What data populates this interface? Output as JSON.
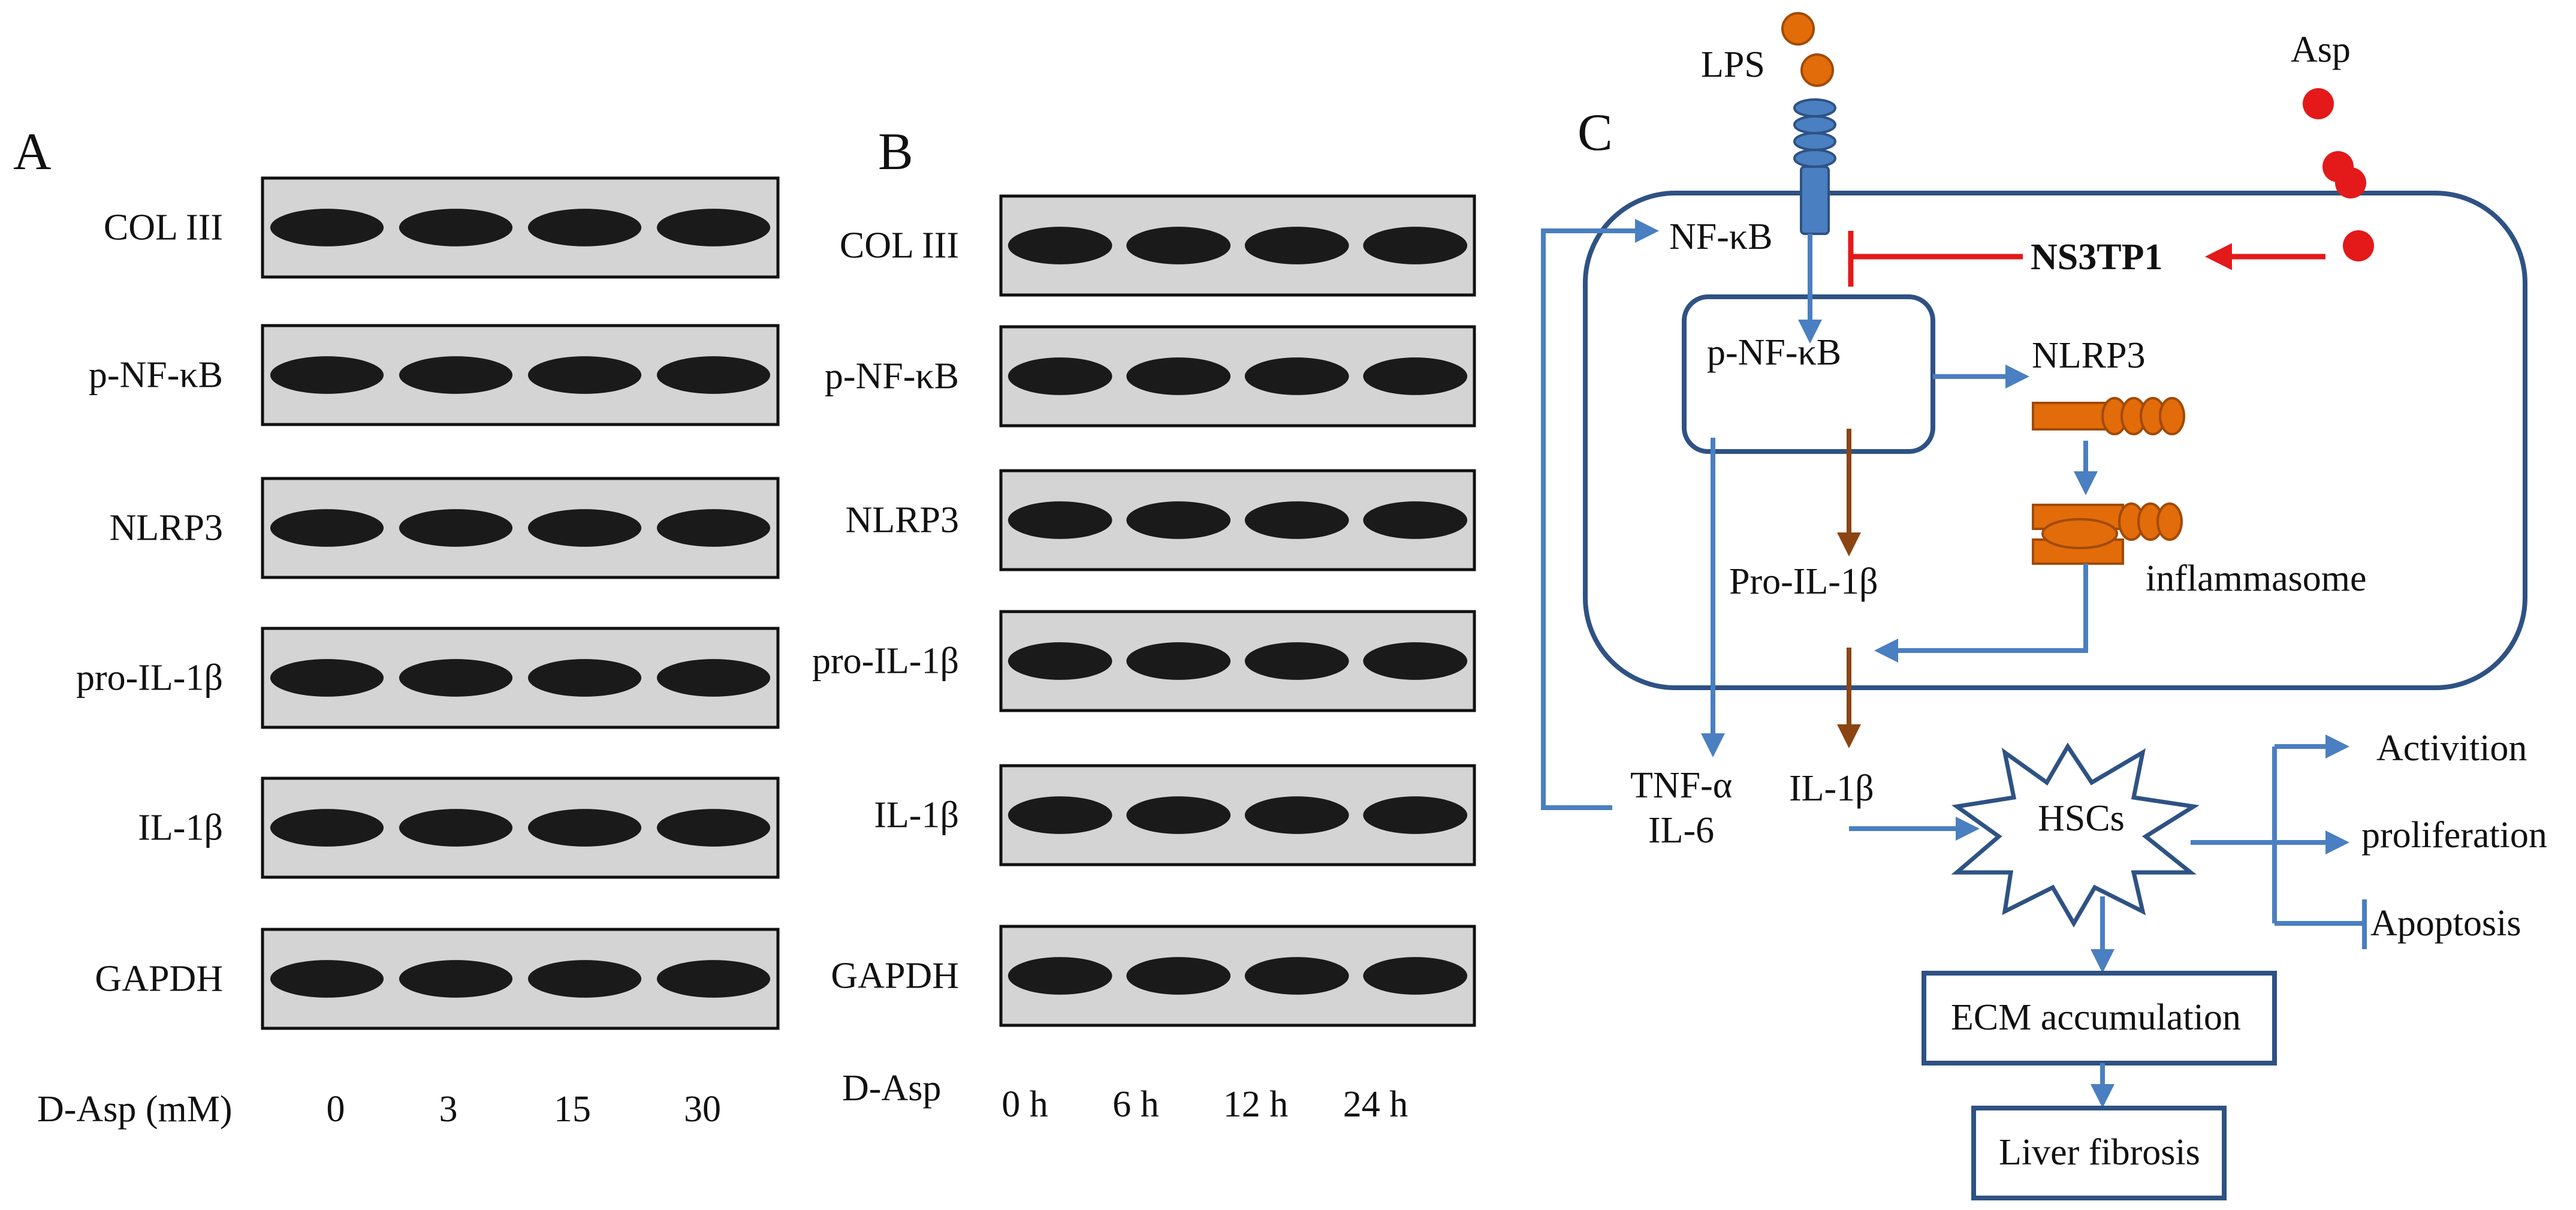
{
  "panels": {
    "a": "A",
    "b": "B",
    "c": "C"
  },
  "blot_a": {
    "rows": [
      "COL III",
      "p-NF-κB",
      "NLRP3",
      "pro-IL-1β",
      "IL-1β",
      "GAPDH"
    ],
    "axis_label": "D-Asp (mM)",
    "lanes": [
      "0",
      "3",
      "15",
      "30"
    ]
  },
  "blot_b": {
    "rows": [
      "COL III",
      "p-NF-κB",
      "NLRP3",
      "pro-IL-1β",
      "IL-1β",
      "GAPDH"
    ],
    "axis_label": "D-Asp",
    "lanes": [
      "0 h",
      "6 h",
      "12 h",
      "24 h"
    ]
  },
  "diagram": {
    "lps": "LPS",
    "asp": "Asp",
    "nfkb": "NF-κB",
    "ns3tp1": "NS3TP1",
    "p_nfkb": "p-NF-κB",
    "nlrp3": "NLRP3",
    "pro_il1b": "Pro-IL-1β",
    "inflammasome": "inflammasome",
    "tnfa": "TNF-α",
    "il6": "IL-6",
    "il1b": "IL-1β",
    "hscs": "HSCs",
    "activition": "Activition",
    "proliferation": "proliferation",
    "apoptosis": "Apoptosis",
    "ecm": "ECM accumulation",
    "fibrosis": "Liver fibrosis"
  },
  "colors": {
    "pathway_blue": "#4a7fc1",
    "cell_border": "#2e5284",
    "inhibition_red": "#e3191a",
    "lps_orange": "#e26b0a",
    "il1b_brown": "#8b4513"
  }
}
